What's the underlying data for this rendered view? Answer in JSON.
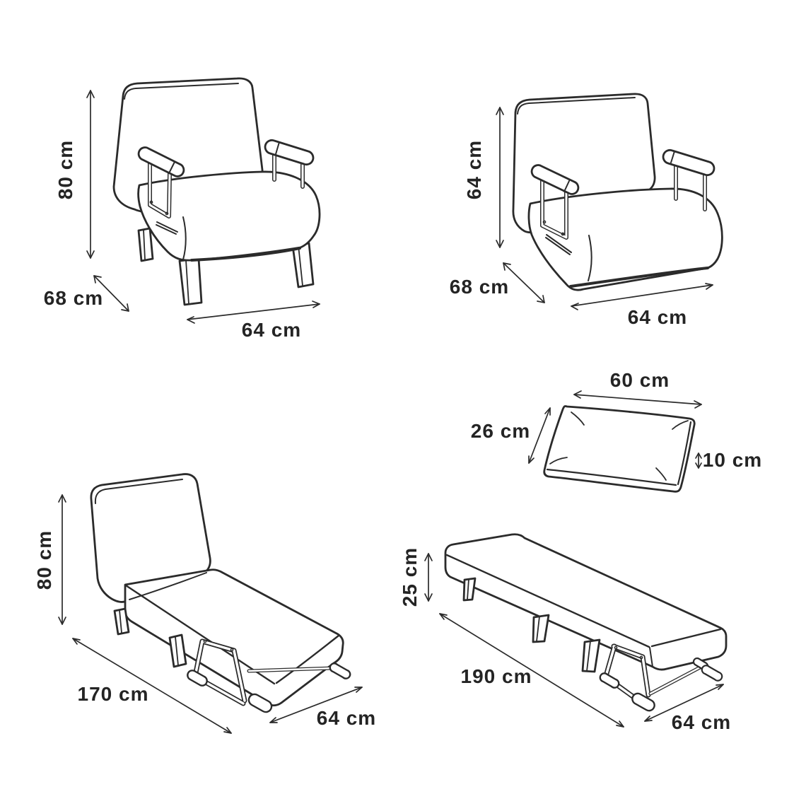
{
  "colors": {
    "line": "#2b2b2b",
    "text": "#242424",
    "background": "#ffffff"
  },
  "views": {
    "chair": {
      "height": "80 cm",
      "depth": "68 cm",
      "width": "64 cm"
    },
    "seat": {
      "height": "64 cm",
      "depth": "68 cm",
      "width": "64 cm"
    },
    "pillow": {
      "width": "60 cm",
      "depth": "26 cm",
      "thickness": "10 cm"
    },
    "lounger": {
      "height": "80 cm",
      "length": "170 cm",
      "width": "64 cm"
    },
    "bed": {
      "height": "25 cm",
      "length": "190 cm",
      "width": "64 cm"
    }
  }
}
